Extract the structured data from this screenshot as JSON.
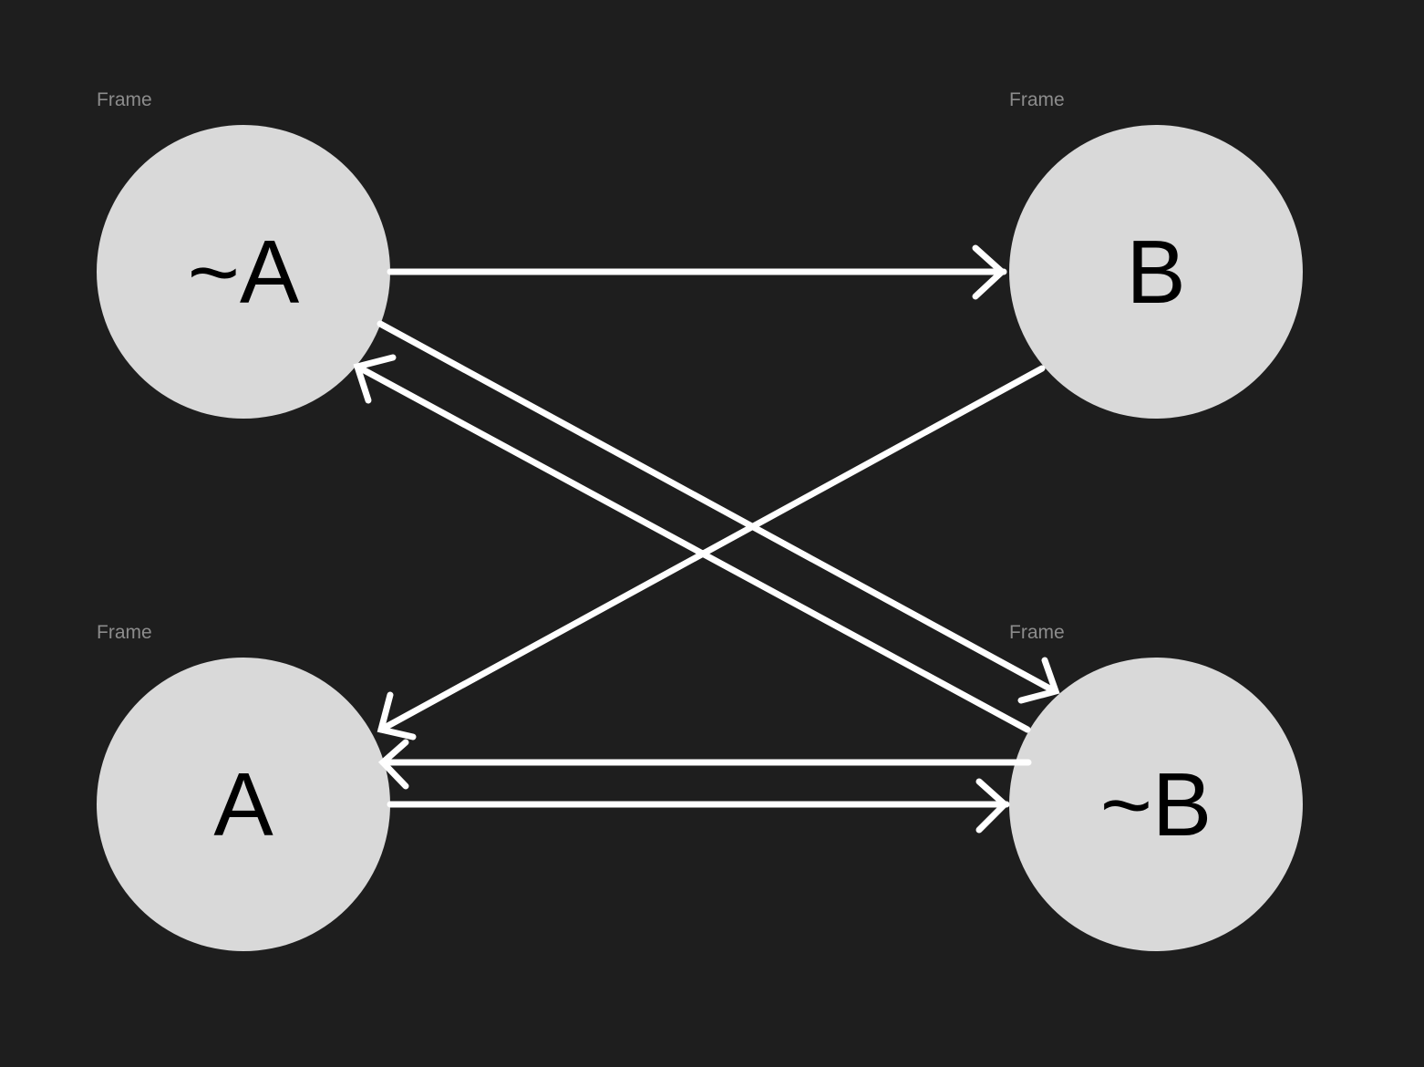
{
  "canvas": {
    "background": "#1e1e1e",
    "node_fill": "#d9d9d9",
    "edge_color": "#ffffff",
    "label_color": "#8c8c8c"
  },
  "frames": [
    {
      "id": "notA",
      "frame_label": "Frame",
      "node_label": "~A"
    },
    {
      "id": "B",
      "frame_label": "Frame",
      "node_label": "B"
    },
    {
      "id": "A",
      "frame_label": "Frame",
      "node_label": "A"
    },
    {
      "id": "notB",
      "frame_label": "Frame",
      "node_label": "~B"
    }
  ],
  "edges": [
    {
      "from": "~A",
      "to": "B"
    },
    {
      "from": "~A",
      "to": "~B"
    },
    {
      "from": "~B",
      "to": "~A"
    },
    {
      "from": "B",
      "to": "A"
    },
    {
      "from": "~B",
      "to": "A"
    },
    {
      "from": "A",
      "to": "~B"
    }
  ]
}
